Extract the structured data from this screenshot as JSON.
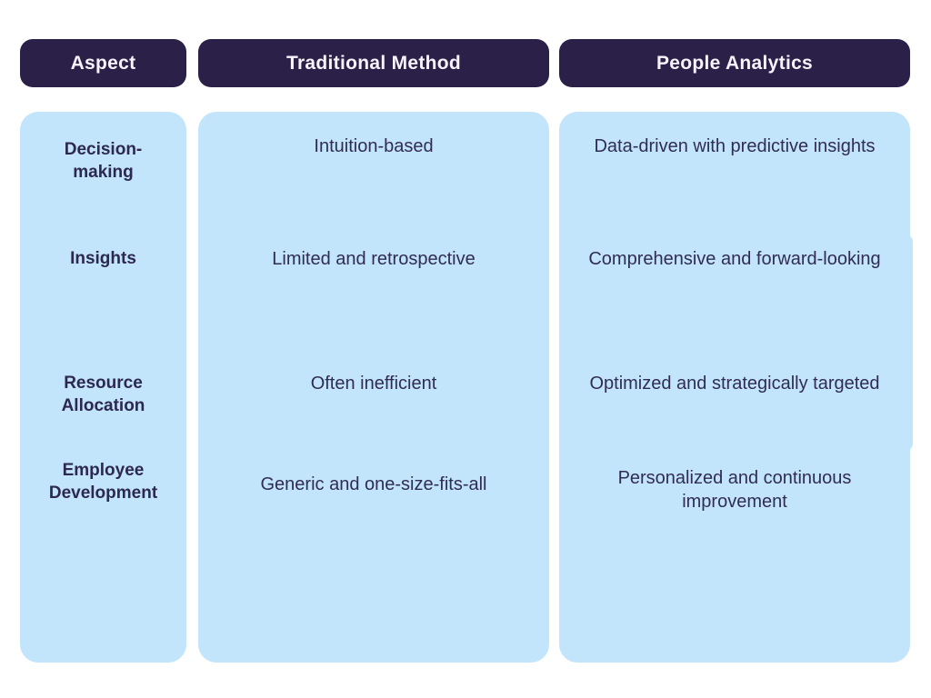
{
  "table": {
    "headers": [
      {
        "label": "Aspect"
      },
      {
        "label": "Traditional Method"
      },
      {
        "label": "People Analytics"
      }
    ],
    "rows": [
      {
        "aspect": "Decision-making",
        "traditional": "Intuition-based",
        "analytics": "Data-driven with predictive insights"
      },
      {
        "aspect": "Insights",
        "traditional": "Limited and retrospective",
        "analytics": "Comprehensive and forward-looking"
      },
      {
        "aspect": "Resource Allocation",
        "traditional": "Often inefficient",
        "analytics": "Optimized and strategically targeted"
      },
      {
        "aspect": "Employee Development",
        "traditional": "Generic and one-size-fits-all",
        "analytics": "Personalized and continuous improvement"
      }
    ]
  },
  "colors": {
    "header_bg": "#2b2048",
    "header_text": "#f7f3fb",
    "cell_bg": "#c2e5fc",
    "cell_text": "#312c52",
    "aspect_text": "#2d2850",
    "page_bg": "#ffffff"
  }
}
